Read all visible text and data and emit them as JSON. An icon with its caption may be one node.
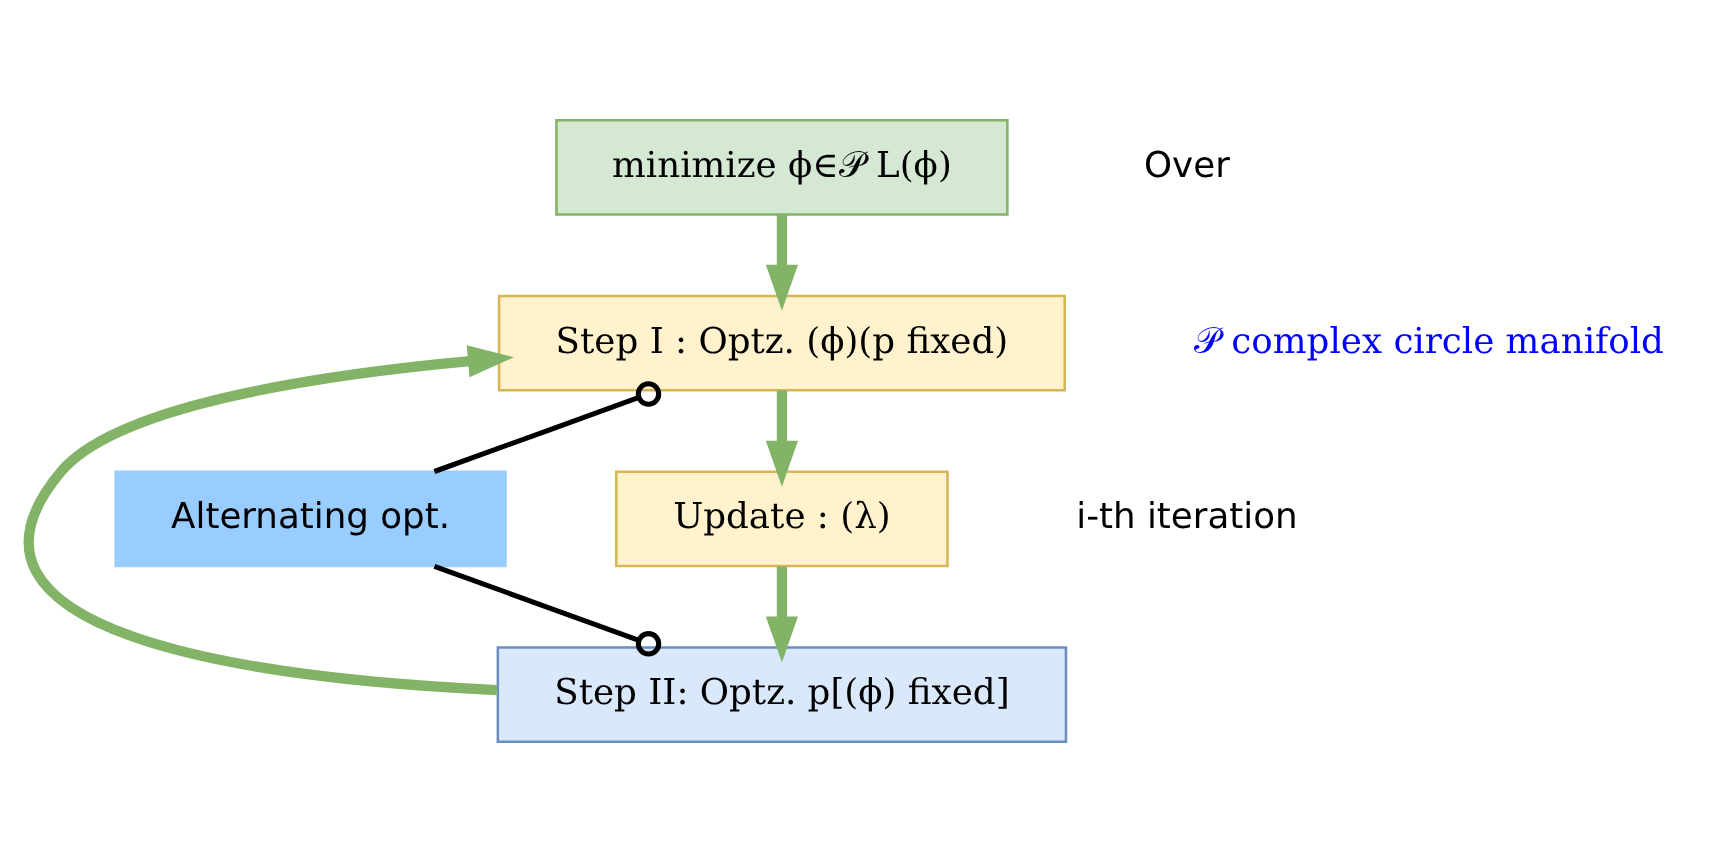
{
  "diagram": {
    "nodes": [
      {
        "text": [
          "minimize ϕ∈𝒫 L(ϕ)"
        ]
      },
      {
        "text": [
          "Step I : Optz. (ϕ)(p fixed)"
        ]
      },
      {
        "text": [
          "Update : (λ)"
        ]
      },
      {
        "text": [
          "Step II: Optz. p[(ϕ) fixed]"
        ]
      },
      {
        "text": [
          "Alternating opt."
        ]
      }
    ],
    "edges": [
      {
        "from": 0,
        "to": 1,
        "arrow": "to"
      },
      {
        "from": 1,
        "to": 2,
        "arrow": "to"
      },
      {
        "from": 2,
        "to": 3,
        "arrow": "to"
      },
      {
        "from": 3,
        "to": 1,
        "arrow": "to"
      },
      {
        "from": 4,
        "to": 1,
        "arrow": "other",
        "color": "#000000"
      },
      {
        "from": 4,
        "to": 3,
        "arrow": "other",
        "color": "#000000"
      }
    ],
    "labels": [
      "Over",
      "𝒫 complex circle manifold",
      "i-th iteration"
    ]
  }
}
